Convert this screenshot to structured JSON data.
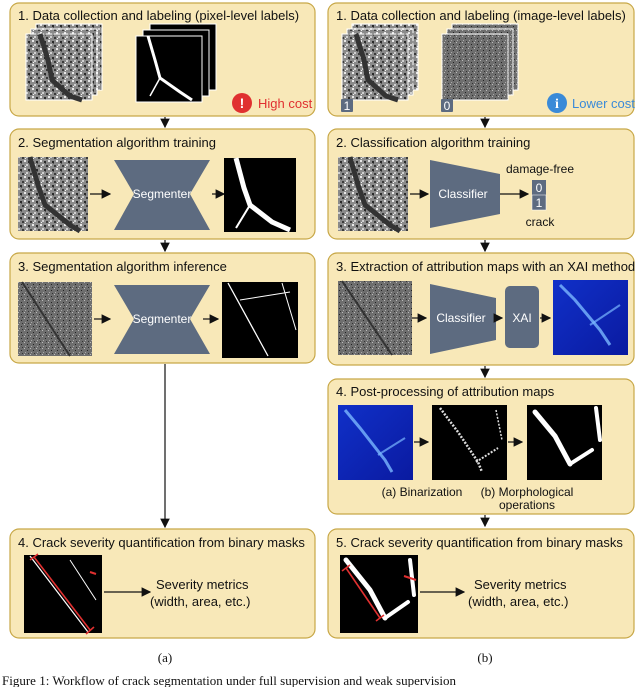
{
  "colors": {
    "panel_fill": "#f8e8b8",
    "panel_stroke": "#c8a848",
    "model_fill": "#5d6b80",
    "red": "#e03030",
    "blue": "#3a8ad8"
  },
  "left": {
    "p1_title": "1. Data collection and labeling (pixel-level labels)",
    "high_cost": "High cost",
    "p2_title": "2. Segmentation algorithm training",
    "segmenter_train": "Segmenter",
    "p3_title": "3. Segmentation algorithm inference",
    "segmenter_inf": "Segmenter",
    "p4_title": "4. Crack severity quantification from binary masks",
    "metrics_1": "Severity metrics",
    "metrics_2": "(width, area, etc.)",
    "caption": "(a)"
  },
  "right": {
    "p1_title": "1. Data collection and labeling (image-level labels)",
    "label_1": "1",
    "label_0": "0",
    "lower_cost": "Lower cost",
    "p2_title": "2. Classification algorithm training",
    "classifier_train": "Classifier",
    "damage_free": "damage-free",
    "out_0": "0",
    "out_1": "1",
    "crack": "crack",
    "p3_title": "3. Extraction of attribution maps with an XAI method",
    "classifier_xai": "Classifier",
    "xai": "XAI",
    "p4_title": "4. Post-processing of attribution maps",
    "binarization": "(a) Binarization",
    "morph_1": "(b) Morphological",
    "morph_2": "operations",
    "p5_title": "5. Crack severity quantification from binary masks",
    "metrics_1": "Severity metrics",
    "metrics_2": "(width, area, etc.)",
    "caption": "(b)"
  },
  "footer": "Figure 1: Workflow of crack segmentation under full supervision and weak supervision"
}
